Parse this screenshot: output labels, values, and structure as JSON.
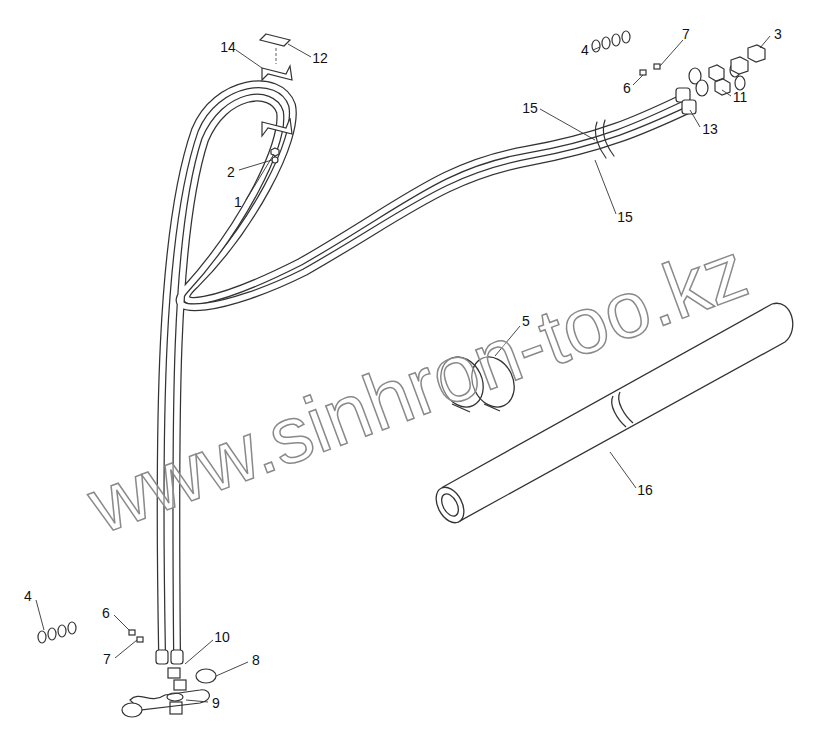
{
  "diagram": {
    "labels": [
      "14",
      "12",
      "4",
      "7",
      "3",
      "6",
      "11",
      "13",
      "15",
      "15",
      "2",
      "1",
      "5",
      "16",
      "4",
      "6",
      "10",
      "8",
      "7",
      "9",
      "www.sinhron-too.kz"
    ]
  }
}
